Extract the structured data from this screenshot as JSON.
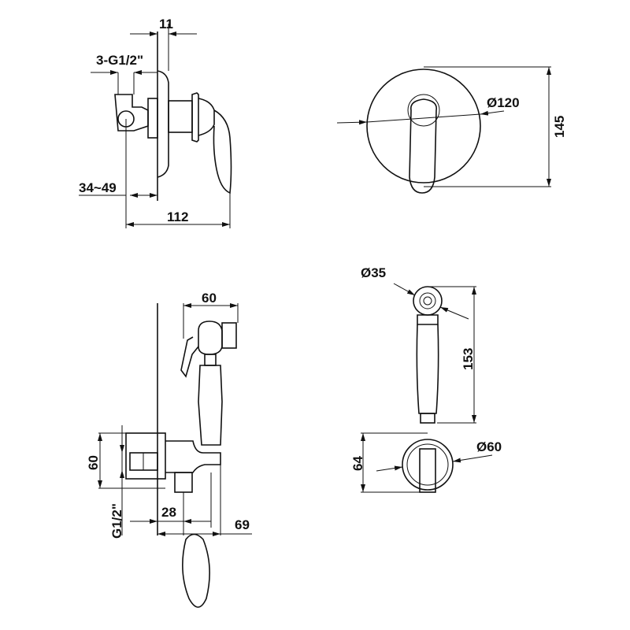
{
  "diagram": {
    "side_view": {
      "dim_plate_thickness": "11",
      "dim_inlets": "3-G1/2\"",
      "dim_depth_range": "34~49",
      "dim_total_depth": "112"
    },
    "front_view": {
      "dim_plate_diameter": "Ø120",
      "dim_height": "145"
    },
    "spray_side_view": {
      "dim_spray_head_width": "60",
      "dim_outlet_height": "60",
      "dim_outlet_thread": "G1/2\"",
      "dim_holder_offset": "28",
      "dim_projection": "69"
    },
    "spray_front_view": {
      "dim_head_diameter": "Ø35",
      "dim_handset_length": "153",
      "dim_outlet_height": "64",
      "dim_outlet_diameter": "Ø60"
    }
  }
}
